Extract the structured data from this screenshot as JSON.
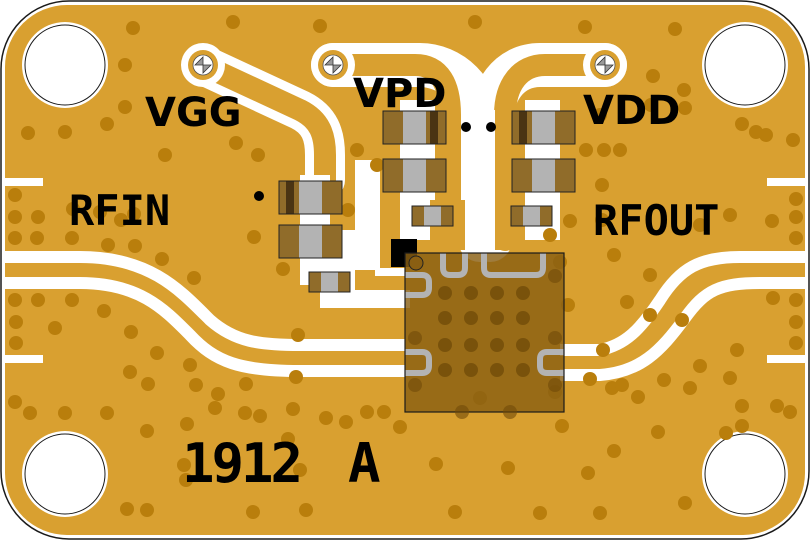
{
  "board": {
    "part_number": "1912",
    "revision": "A",
    "colors": {
      "copper": "#d9a030",
      "via": "#b97e0c",
      "gap": "#ffffff",
      "component": "#8a5f12",
      "component_metal": "#b3b3b3",
      "ic_body": "#8a5f12",
      "outline": "#1a1a1a"
    }
  },
  "labels": {
    "vgg": "VGG",
    "vpd": "VPD",
    "vdd": "VDD",
    "rfin": "RFIN",
    "rfout": "RFOUT"
  },
  "pins": [
    {
      "name": "VGG",
      "type": "test-point"
    },
    {
      "name": "VPD",
      "type": "test-point"
    },
    {
      "name": "VDD",
      "type": "test-point"
    }
  ],
  "components": {
    "vgg_caps": [
      "C-large-polarized",
      "C-large",
      "C-small"
    ],
    "vpd_caps": [
      "C-large-polarized",
      "C-large",
      "C-small"
    ],
    "vdd_caps": [
      "C-large-polarized",
      "C-large",
      "C-small"
    ],
    "ic": "QFN amplifier"
  }
}
